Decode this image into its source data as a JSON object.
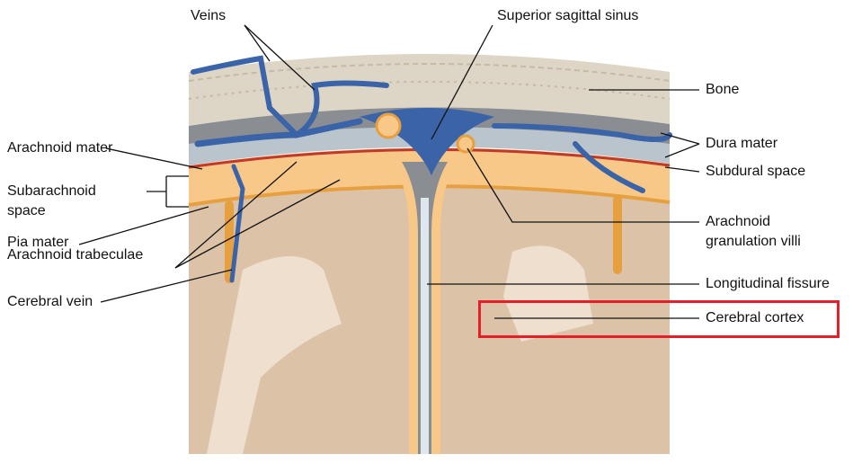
{
  "labels": {
    "veins": "Veins",
    "superior_sagittal_sinus": "Superior sagittal sinus",
    "bone": "Bone",
    "arachnoid_mater": "Arachnoid mater",
    "dura_mater": "Dura mater",
    "subdural_space": "Subdural space",
    "subarachnoid_space_1": "Subarachnoid",
    "subarachnoid_space_2": "space",
    "arachnoid_granulation_villi_1": "Arachnoid",
    "arachnoid_granulation_villi_2": "granulation villi",
    "pia_mater": "Pia mater",
    "arachnoid_trabeculae": "Arachnoid trabeculae",
    "longitudinal_fissure": "Longitudinal fissure",
    "cerebral_cortex": "Cerebral cortex",
    "cerebral_vein": "Cerebral vein"
  },
  "highlight": {
    "target": "Cerebral cortex",
    "color": "#e3202a"
  }
}
